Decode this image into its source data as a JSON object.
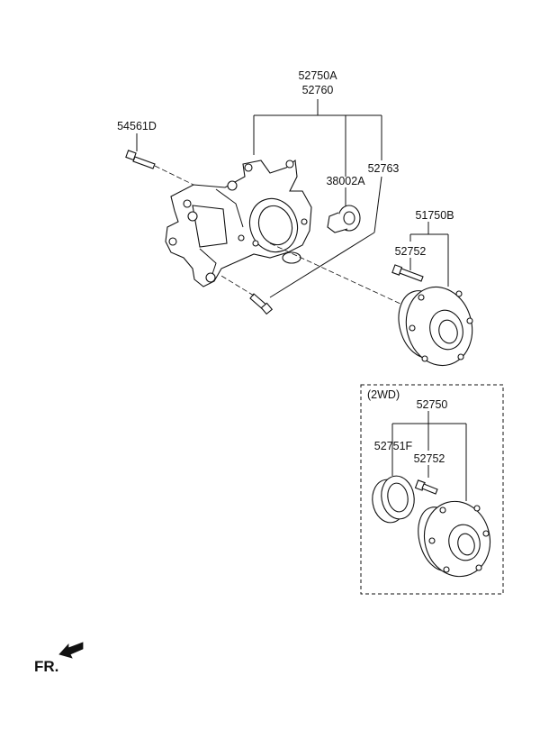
{
  "labels": {
    "knuckle_a": "52750A",
    "knuckle_b": "52760",
    "bolt_54561D": "54561D",
    "bushing": "38002A",
    "bolt_52763": "52763",
    "hub_assy": "51750B",
    "hub_bolt": "52752",
    "box_title": "(2WD)",
    "box_hub": "52750",
    "box_ring": "52751F",
    "box_bolt": "52752",
    "front": "FR."
  },
  "icons": {
    "front_arrow": "arrow-left-icon"
  }
}
